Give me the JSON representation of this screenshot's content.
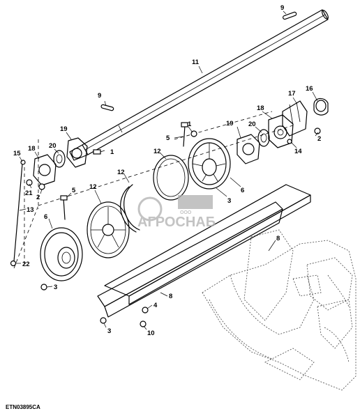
{
  "figure_code": "ETN03895CA",
  "watermark": {
    "text": "АГРОСНАБ",
    "prefix": "ООО"
  },
  "callouts": [
    {
      "id": "c9a",
      "text": "9"
    },
    {
      "id": "c11",
      "text": "11"
    },
    {
      "id": "c9b",
      "text": "9"
    },
    {
      "id": "c17",
      "text": "17"
    },
    {
      "id": "c16",
      "text": "16"
    },
    {
      "id": "c18a",
      "text": "18"
    },
    {
      "id": "c19a",
      "text": "19"
    },
    {
      "id": "c20a",
      "text": "20"
    },
    {
      "id": "c1a",
      "text": "1"
    },
    {
      "id": "c5a",
      "text": "5"
    },
    {
      "id": "c2a",
      "text": "2"
    },
    {
      "id": "c14",
      "text": "14"
    },
    {
      "id": "c19b",
      "text": "19"
    },
    {
      "id": "c18b",
      "text": "18"
    },
    {
      "id": "c20b",
      "text": "20"
    },
    {
      "id": "c1b",
      "text": "1"
    },
    {
      "id": "c15",
      "text": "15"
    },
    {
      "id": "c21",
      "text": "21"
    },
    {
      "id": "c2b",
      "text": "2"
    },
    {
      "id": "c12a",
      "text": "12"
    },
    {
      "id": "c12b",
      "text": "12"
    },
    {
      "id": "c6a",
      "text": "6"
    },
    {
      "id": "c3a",
      "text": "3"
    },
    {
      "id": "c5b",
      "text": "5"
    },
    {
      "id": "c12c",
      "text": "12"
    },
    {
      "id": "c13",
      "text": "13"
    },
    {
      "id": "c6b",
      "text": "6"
    },
    {
      "id": "c8a",
      "text": "8"
    },
    {
      "id": "c22",
      "text": "22"
    },
    {
      "id": "c3b",
      "text": "3"
    },
    {
      "id": "c8b",
      "text": "8"
    },
    {
      "id": "c4",
      "text": "4"
    },
    {
      "id": "c3c",
      "text": "3"
    },
    {
      "id": "c10",
      "text": "10"
    }
  ]
}
